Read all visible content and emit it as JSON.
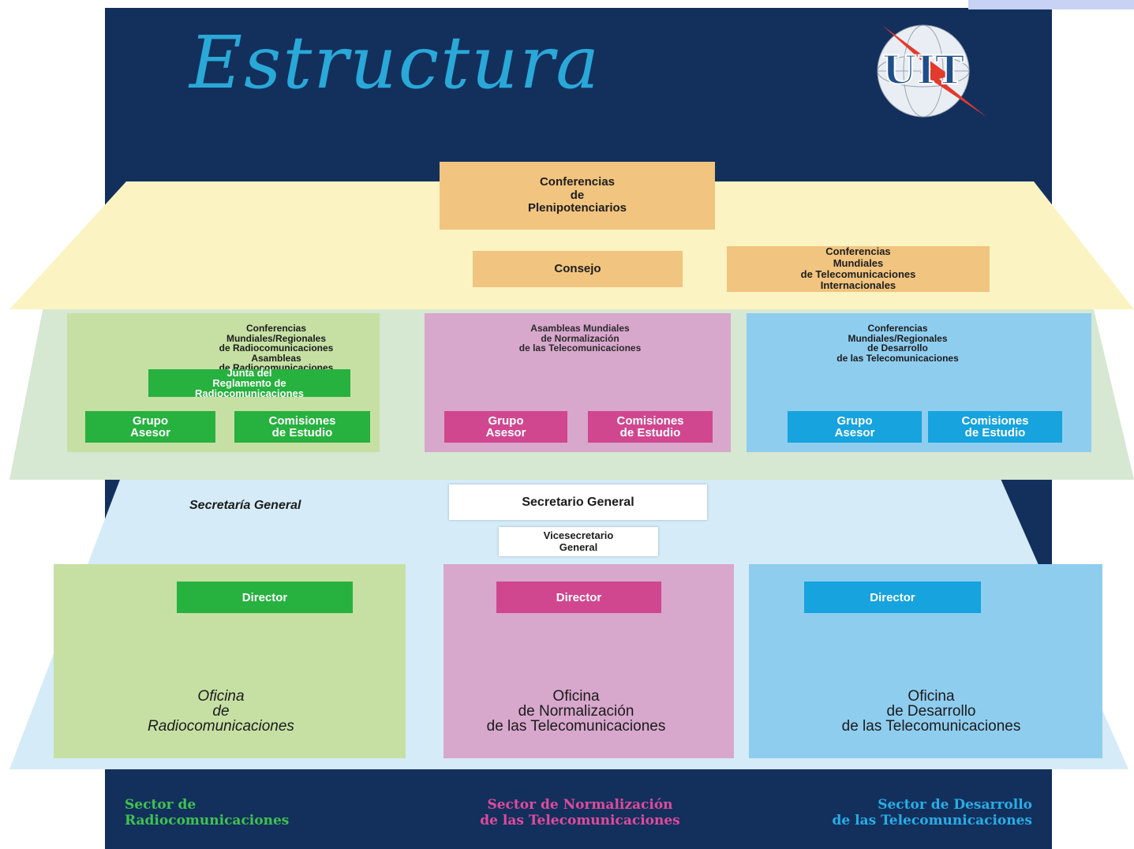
{
  "title": "Estructura",
  "logo_text": "UIT",
  "colors": {
    "navy": "#13305d",
    "yellow_plane": "#fbf4c2",
    "green_plane": "#d6e7d2",
    "blue_plane": "#d5ebf8",
    "orange": "#f1c47f",
    "green": "#27b13f",
    "green_light": "#c6e0a4",
    "magenta": "#d0478f",
    "pink_light": "#d7a7cc",
    "cyan": "#16a3de",
    "cyan_light": "#8fcdef"
  },
  "top_plane": {
    "plenipotentiary": "Conferencias\nde\nPlenipotenciarios",
    "council": "Consejo",
    "wcit": "Conferencias\nMundiales\nde Telecomunicaciones\nInternacionales"
  },
  "middle_plane": {
    "radio": {
      "title": "Conferencias\nMundiales/Regionales\nde Radiocomunicaciones\nAsambleas\nde Radiocomunicaciones",
      "board": "Junta del\nReglamento de\nRadiocomunicaciones",
      "advisory": "Grupo\nAsesor",
      "study": "Comisiones\nde Estudio"
    },
    "standard": {
      "title": "Asambleas Mundiales\nde Normalización\nde las Telecomunicaciones",
      "advisory": "Grupo\nAsesor",
      "study": "Comisiones\nde Estudio"
    },
    "development": {
      "title": "Conferencias\nMundiales/Regionales\nde Desarrollo\nde las Telecomunicaciones",
      "advisory": "Grupo\nAsesor",
      "study": "Comisiones\nde Estudio"
    }
  },
  "bottom_plane": {
    "secretariat_label": "Secretaría General",
    "secretary_general": "Secretario General",
    "deputy": "Vicesecretario\nGeneral",
    "radio": {
      "director": "Director",
      "office": "Oficina\nde\nRadiocomunicaciones"
    },
    "standard": {
      "director": "Director",
      "office": "Oficina\nde Normalización\nde las Telecomunicaciones"
    },
    "development": {
      "director": "Director",
      "office": "Oficina\nde Desarrollo\nde las Telecomunicaciones"
    }
  },
  "sectors": {
    "radio": "Sector de\nRadiocomunicaciones",
    "standard": "Sector de Normalización\nde las Telecomunicaciones",
    "development": "Sector de Desarrollo\nde las Telecomunicaciones"
  }
}
